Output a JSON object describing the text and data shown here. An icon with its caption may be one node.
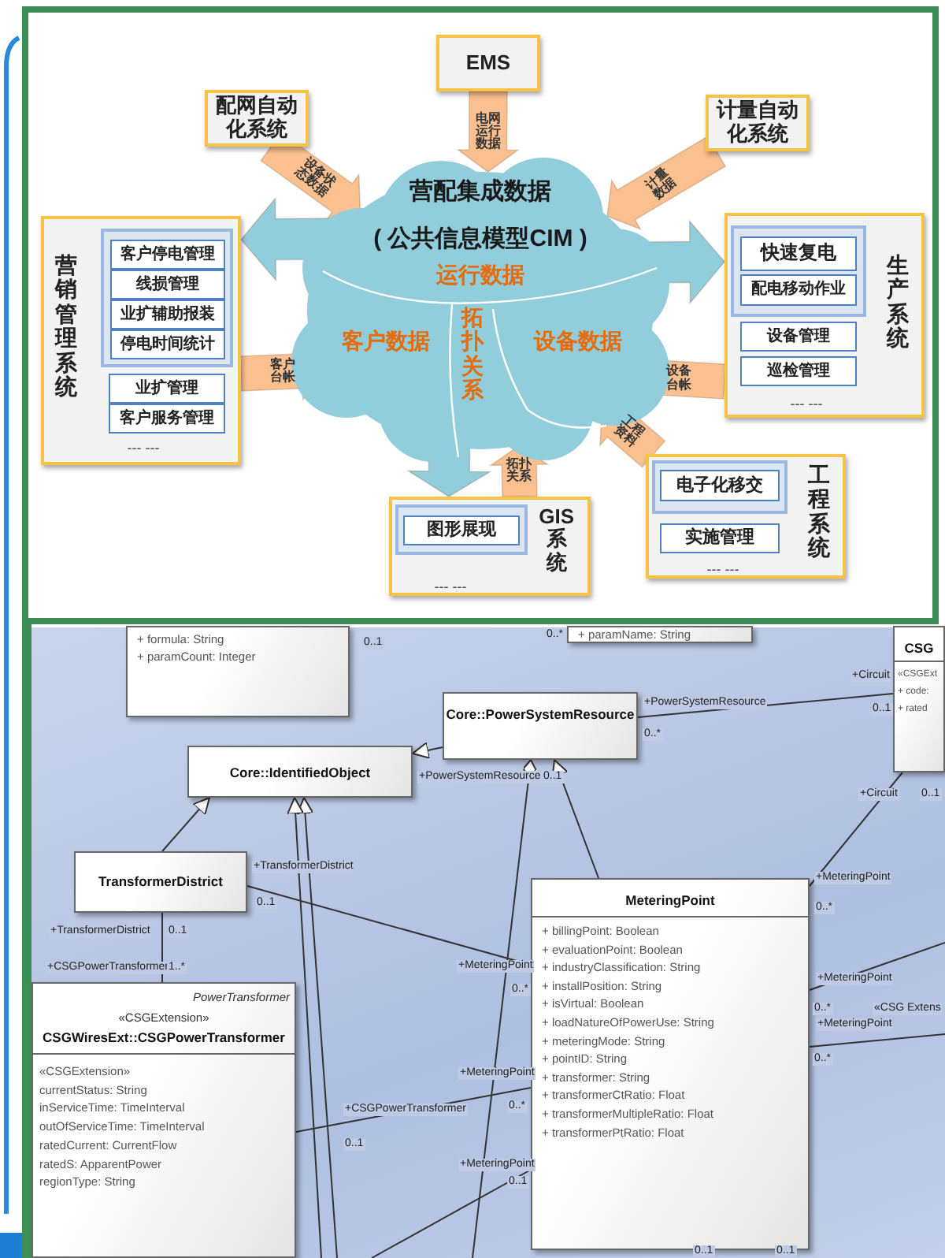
{
  "diagram": {
    "nodes": [
      {
        "text": [
          "EMS"
        ]
      },
      {
        "text": [
          "配网自动化系统"
        ]
      },
      {
        "text": [
          "计量自动化系统"
        ]
      },
      {
        "text": [
          "营配集成数据",
          "( 公共信息模型CIM )",
          "运行数据",
          "客户数据",
          "拓扑关系",
          "设备数据"
        ]
      },
      {
        "text": [
          "营销管理系统",
          "--- ---"
        ]
      },
      {
        "text": [],
        "shape": "box",
        "in": 4
      },
      {
        "text": [
          "客户停电管理"
        ],
        "in": 5
      },
      {
        "text": [
          "线损管理"
        ],
        "in": 5
      },
      {
        "text": [
          "业扩辅助报装"
        ],
        "in": 5
      },
      {
        "text": [
          "停电时间统计"
        ],
        "in": 5
      },
      {
        "text": [
          "业扩管理"
        ],
        "in": 4
      },
      {
        "text": [
          "客户服务管理"
        ],
        "in": 4
      },
      {
        "text": [
          "生产系统",
          "--- ---"
        ]
      },
      {
        "text": [],
        "shape": "box",
        "in": 12
      },
      {
        "text": [
          "快速复电"
        ],
        "in": 13
      },
      {
        "text": [
          "配电移动作业"
        ],
        "in": 13
      },
      {
        "text": [
          "设备管理"
        ],
        "in": 12
      },
      {
        "text": [
          "巡检管理"
        ],
        "in": 12
      },
      {
        "text": [
          "GIS系统",
          "--- ---"
        ]
      },
      {
        "text": [],
        "shape": "box",
        "in": 18
      },
      {
        "text": [
          "图形展现"
        ],
        "in": 19
      },
      {
        "text": [
          "工程系统",
          "--- ---"
        ]
      },
      {
        "text": [],
        "shape": "box",
        "in": 21
      },
      {
        "text": [
          "电子化移交"
        ],
        "in": 22
      },
      {
        "text": [
          "实施管理"
        ],
        "in": 21
      },
      {
        "text": [
          "+ formula: String",
          "+ paramCount: Integer"
        ]
      },
      {
        "text": [
          "+ paramName: String"
        ]
      },
      {
        "text": [
          "Core::PowerSystemResource"
        ]
      },
      {
        "text": [
          "Core::IdentifiedObject"
        ]
      },
      {
        "text": [
          "CSG",
          "«CSGExt",
          "+ code:",
          "+ rated"
        ]
      },
      {
        "text": [
          "TransformerDistrict"
        ]
      },
      {
        "text": [
          "MeteringPoint",
          "+ billingPoint: Boolean",
          "+ evaluationPoint: Boolean",
          "+ industryClassification: String",
          "+ installPosition: String",
          "+ isVirtual: Boolean",
          "+ loadNatureOfPowerUse: String",
          "+ meteringMode: String",
          "+ pointID: String",
          "+ transformer: String",
          "+ transformerCtRatio: Float",
          "+ transformerMultipleRatio: Float",
          "+ transformerPtRatio: Float"
        ]
      },
      {
        "text": [
          "PowerTransformer",
          "«CSGExtension»",
          "CSGWiresExt::CSGPowerTransformer",
          "«CSGExtension»",
          "currentStatus: String",
          "inServiceTime: TimeInterval",
          "outOfServiceTime: TimeInterval",
          "ratedCurrent: CurrentFlow",
          "ratedS: ApparentPower",
          "regionType: String"
        ]
      }
    ],
    "edges": [
      {
        "from": 1,
        "to": 3,
        "label": "设备状态数据",
        "arrow": "to",
        "style": "thick",
        "color": "#fac090"
      },
      {
        "from": 0,
        "to": 3,
        "label": "电网运行数据",
        "arrow": "to",
        "style": "thick",
        "color": "#fac090"
      },
      {
        "from": 2,
        "to": 3,
        "label": "计量数据",
        "arrow": "to",
        "style": "thick",
        "color": "#fac090"
      },
      {
        "from": 3,
        "to": 4,
        "arrow": "to",
        "style": "thick",
        "color": "#92cddc"
      },
      {
        "from": 4,
        "to": 3,
        "label": "客户台帐",
        "arrow": "to",
        "style": "thick",
        "color": "#fac090"
      },
      {
        "from": 3,
        "to": 12,
        "arrow": "to",
        "style": "thick",
        "color": "#92cddc"
      },
      {
        "from": 12,
        "to": 3,
        "label": "设备台帐",
        "arrow": "to",
        "style": "thick",
        "color": "#fac090"
      },
      {
        "from": 21,
        "to": 3,
        "label": "工程资料",
        "arrow": "to",
        "style": "thick",
        "color": "#fac090"
      },
      {
        "from": 3,
        "to": 18,
        "arrow": "to",
        "style": "thick",
        "color": "#92cddc"
      },
      {
        "from": 18,
        "to": 3,
        "label": "拓扑关系",
        "arrow": "to",
        "style": "thick",
        "color": "#fac090"
      },
      {
        "from": 27,
        "to": 28,
        "arrow": "to"
      },
      {
        "from": 30,
        "to": 28,
        "arrow": "to"
      },
      {
        "from": null,
        "to": 28,
        "arrow": "to"
      },
      {
        "from": null,
        "to": 28,
        "arrow": "to"
      },
      {
        "from": null,
        "to": 27,
        "arrow": "other"
      },
      {
        "from": 31,
        "to": 27,
        "arrow": "to"
      },
      {
        "from": 27,
        "to": 29,
        "arrow": "none"
      },
      {
        "from": 29,
        "to": 31,
        "arrow": "none"
      },
      {
        "from": 30,
        "to": 31,
        "arrow": "none"
      },
      {
        "from": 30,
        "to": 32,
        "arrow": "none"
      },
      {
        "from": 32,
        "to": 31,
        "arrow": "none"
      },
      {
        "from": null,
        "to": 31,
        "arrow": "none"
      },
      {
        "from": 31,
        "to": null,
        "arrow": "none"
      },
      {
        "from": 31,
        "to": null,
        "arrow": "none"
      }
    ],
    "labels": [
      "0..1",
      "0..*",
      "+Circuit",
      "+PowerSystemResource",
      "0..1",
      "0..*",
      "+PowerSystemResource",
      "0..1",
      "+Circuit",
      "0..1",
      "+TransformerDistrict",
      "+MeteringPoint",
      "0..1",
      "0..*",
      "+TransformerDistrict",
      "0..1",
      "+CSGPowerTransformer",
      "1..*",
      "+MeteringPoint",
      "+MeteringPoint",
      "0..*",
      "0..*",
      "«CSG Extens",
      "+MeteringPoint",
      "0..*",
      "+MeteringPoint",
      "+CSGPowerTransformer",
      "0..*",
      "0..1",
      "+MeteringPoint",
      "0..1",
      "0..1",
      "0..1"
    ]
  }
}
